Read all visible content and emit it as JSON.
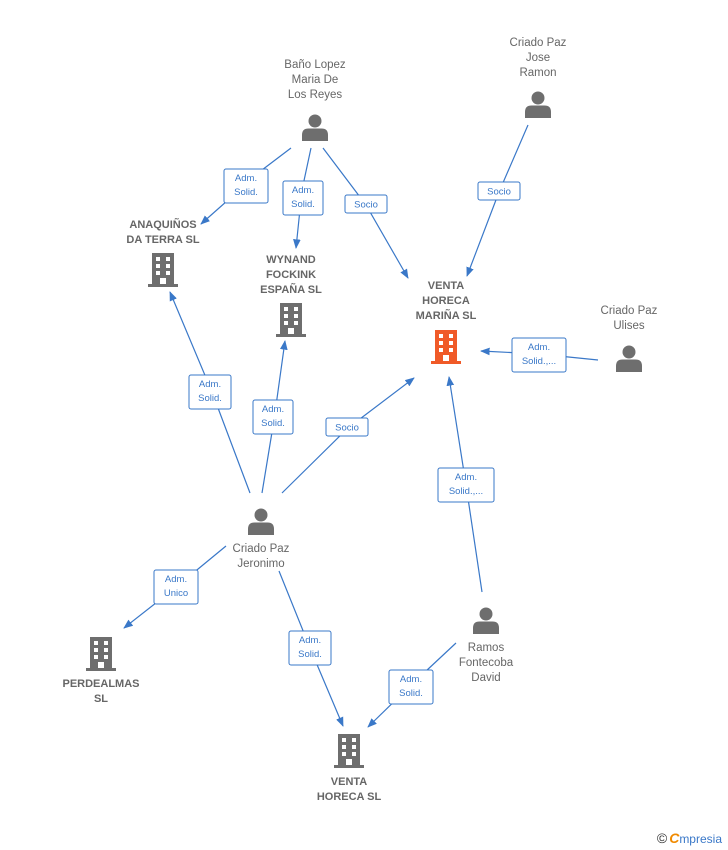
{
  "colors": {
    "edge": "#3a78c8",
    "person": "#6e6e6e",
    "company": "#6e6e6e",
    "focus": "#f05a28",
    "text": "#666666"
  },
  "nodes": [
    {
      "id": "bano",
      "type": "person",
      "lines": [
        "Baño Lopez",
        "Maria De",
        "Los Reyes"
      ]
    },
    {
      "id": "criado_jose",
      "type": "person",
      "lines": [
        "Criado Paz",
        "Jose",
        "Ramon"
      ]
    },
    {
      "id": "anaquinos",
      "type": "company",
      "lines": [
        "ANAQUIÑOS",
        "DA TERRA  SL"
      ]
    },
    {
      "id": "wynand",
      "type": "company",
      "lines": [
        "WYNAND",
        "FOCKINK",
        "ESPAÑA  SL"
      ]
    },
    {
      "id": "venta_marina",
      "type": "focus",
      "lines": [
        "VENTA",
        "HORECA",
        "MARIÑA  SL"
      ]
    },
    {
      "id": "criado_ulises",
      "type": "person",
      "lines": [
        "Criado Paz",
        "Ulises"
      ]
    },
    {
      "id": "criado_jeronimo",
      "type": "person",
      "lines": [
        "Criado Paz",
        "Jeronimo"
      ]
    },
    {
      "id": "perdealmas",
      "type": "company",
      "lines": [
        "PERDEALMAS",
        "SL"
      ]
    },
    {
      "id": "ramos",
      "type": "person",
      "lines": [
        "Ramos",
        "Fontecoba",
        "David"
      ]
    },
    {
      "id": "venta_horeca",
      "type": "company",
      "lines": [
        "VENTA",
        "HORECA  SL"
      ]
    }
  ],
  "edges": [
    {
      "id": "e1",
      "lines": [
        "Adm.",
        "Solid."
      ]
    },
    {
      "id": "e2",
      "lines": [
        "Adm.",
        "Solid."
      ]
    },
    {
      "id": "e3",
      "lines": [
        "Socio"
      ]
    },
    {
      "id": "e4",
      "lines": [
        "Socio"
      ]
    },
    {
      "id": "e5",
      "lines": [
        "Adm.",
        "Solid.,..."
      ]
    },
    {
      "id": "e6",
      "lines": [
        "Adm.",
        "Solid."
      ]
    },
    {
      "id": "e7",
      "lines": [
        "Adm.",
        "Solid."
      ]
    },
    {
      "id": "e8",
      "lines": [
        "Socio"
      ]
    },
    {
      "id": "e9",
      "lines": [
        "Adm.",
        "Unico"
      ]
    },
    {
      "id": "e10",
      "lines": [
        "Adm.",
        "Solid."
      ]
    },
    {
      "id": "e11",
      "lines": [
        "Adm.",
        "Solid.,..."
      ]
    },
    {
      "id": "e12",
      "lines": [
        "Adm.",
        "Solid."
      ]
    }
  ],
  "footer": {
    "copyright": "©",
    "brand_initial": "C",
    "brand_rest": "mpresia"
  }
}
